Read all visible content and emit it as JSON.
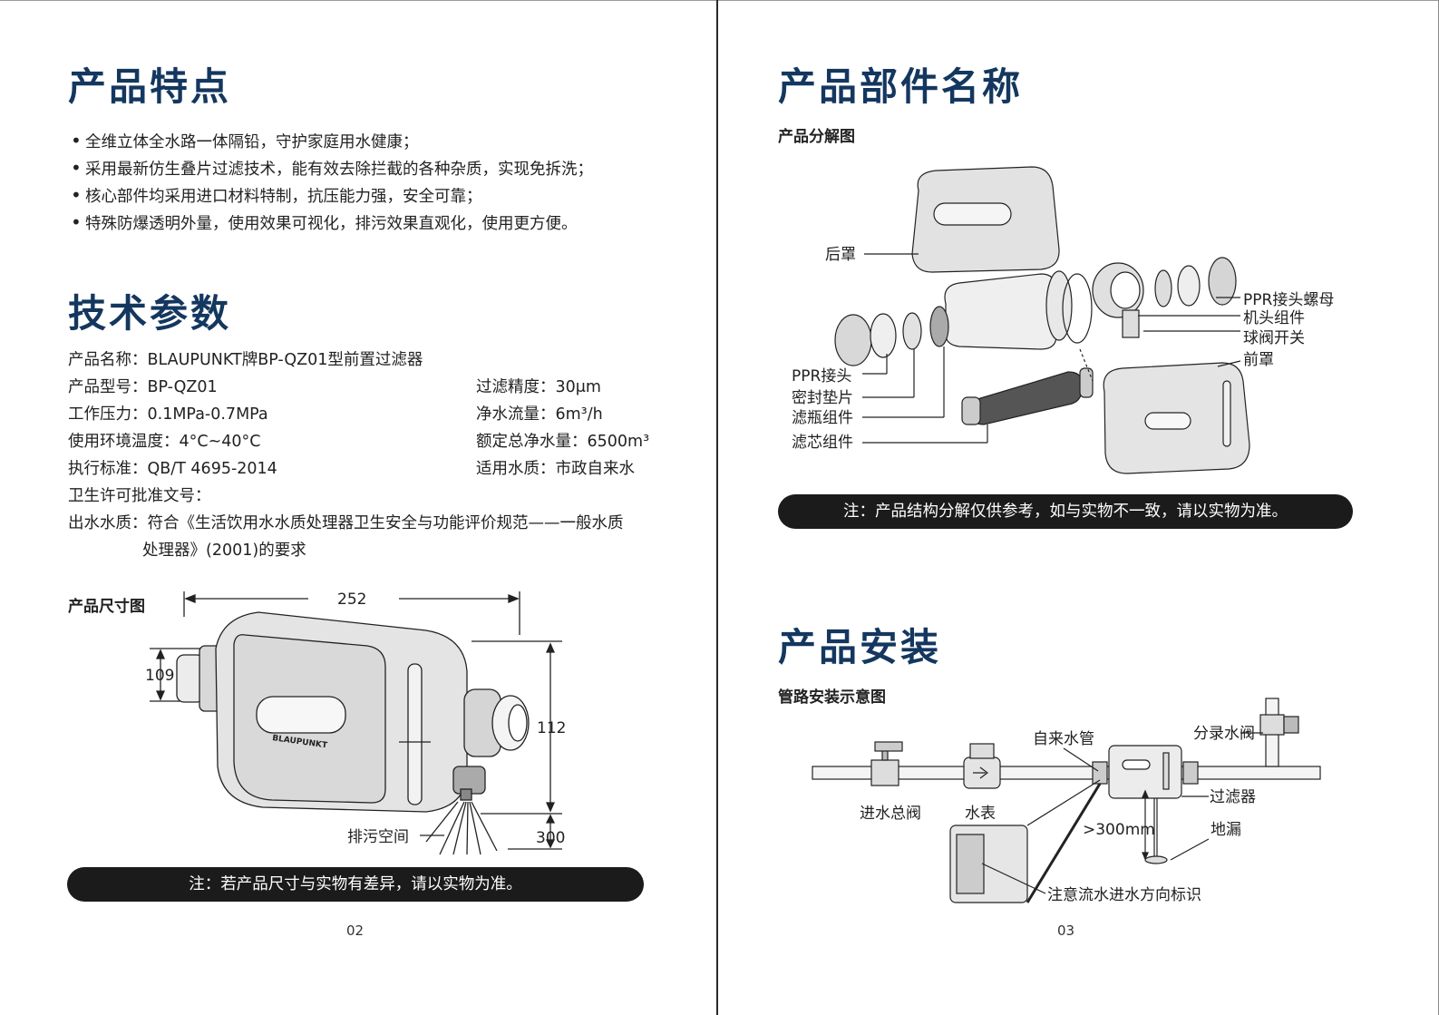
{
  "left": {
    "features_title": "产品特点",
    "features": [
      "全维立体全水路一体隔铅，守护家庭用水健康；",
      "采用最新仿生叠片过滤技术，能有效去除拦截的各种杂质，实现免拆洗；",
      "核心部件均采用进口材料特制，抗压能力强，安全可靠；",
      "特殊防爆透明外量，使用效果可视化，排污效果直观化，使用更方便。"
    ],
    "specs_title": "技术参数",
    "specs": {
      "name": "产品名称：BLAUPUNKT牌BP-QZ01型前置过滤器",
      "model": "产品型号：BP-QZ01",
      "precision": "过滤精度：30μm",
      "pressure": "工作压力：0.1MPa-0.7MPa",
      "flow": "净水流量：6m³/h",
      "temp": "使用环境温度：4°C~40°C",
      "total": "额定总净水量：6500m³",
      "standard": "执行标准：QB/T 4695-2014",
      "water": "适用水质：市政自来水",
      "permit": "卫生许可批准文号：",
      "quality_line1": "出水水质：符合《生活饮用水水质处理器卫生安全与功能评价规范——一般水质",
      "quality_line2": "处理器》(2001)的要求"
    },
    "dimension_title": "产品尺寸图",
    "dimensions": {
      "width": "252",
      "height_left": "109",
      "height_right": "112",
      "clearance": "300",
      "drain_label": "排污空间",
      "brand": "BLAUPUNKT"
    },
    "note": "注：若产品尺寸与实物有差异，请以实物为准。",
    "page_number": "02"
  },
  "right": {
    "parts_title": "产品部件名称",
    "exploded_title": "产品分解图",
    "parts_labels": {
      "rear_cover": "后罩",
      "ppr_nut": "PPR接头螺母",
      "head_assembly": "机头组件",
      "ball_valve": "球阀开关",
      "front_cover": "前罩",
      "ppr_joint": "PPR接头",
      "gasket": "密封垫片",
      "bottle": "滤瓶组件",
      "cartridge": "滤芯组件"
    },
    "parts_note": "注：产品结构分解仅供参考，如与实物不一致，请以实物为准。",
    "install_title": "产品安装",
    "pipe_title": "管路安装示意图",
    "install_labels": {
      "tap_pipe": "自来水管",
      "branch_valve": "分录水阀",
      "main_valve": "进水总阀",
      "meter": "水表",
      "filter": "过滤器",
      "distance": ">300mm",
      "floor_drain": "地漏",
      "flow_mark": "注意流水进水方向标识"
    },
    "page_number": "03"
  }
}
